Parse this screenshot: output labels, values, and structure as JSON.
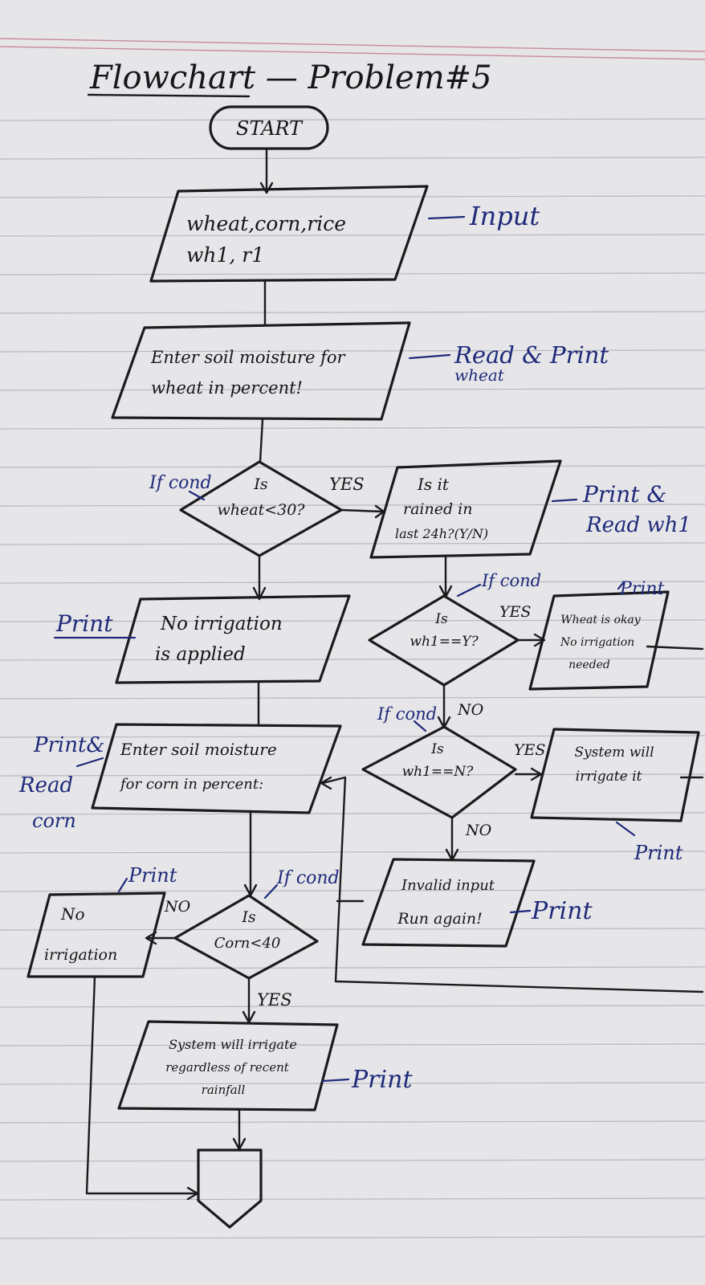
{
  "title": "Flowchart — Problem#5",
  "colors": {
    "paper": "#e6e6e9",
    "ink": "#1b1b1d",
    "pen_blue": "#1f2a7a",
    "rules": "#b7b7bf",
    "margin_red": "#c98a9c"
  },
  "nodes": {
    "start": "START",
    "input": [
      "wheat,corn,rice",
      "wh1, r1"
    ],
    "read_wheat": [
      "Enter soil moisture for",
      "wheat in percent!"
    ],
    "dec_wheat": [
      "Is",
      "wheat<30?"
    ],
    "ask_rain": [
      "Is it",
      "rained in",
      "last 24h?(Y/N)"
    ],
    "no_irrigation_applied": [
      "No irrigation",
      "is applied"
    ],
    "dec_wh1_y": [
      "Is",
      "wh1==Y?"
    ],
    "wheat_okay": [
      "Wheat is okay",
      "No irrigation",
      "needed"
    ],
    "read_corn": [
      "Enter soil moisture",
      "for corn in percent:"
    ],
    "dec_wh1_n": [
      "Is",
      "wh1==N?"
    ],
    "system_irrigate": [
      "System will",
      "irrigate it"
    ],
    "invalid_input": [
      "Invalid input",
      "Run again!"
    ],
    "no_irrigation": [
      "No",
      "irrigation"
    ],
    "dec_corn": [
      "Is",
      "Corn<40"
    ],
    "irrigate_regardless": [
      "System will irrigate",
      "regardless of recent",
      "rainfall"
    ]
  },
  "edge_labels": {
    "yes_wheat": "YES",
    "yes_wh1_y": "YES",
    "no_wh1_y": "NO",
    "yes_wh1_n": "YES",
    "no_wh1_n": "NO",
    "no_corn": "NO",
    "yes_corn": "YES"
  },
  "annotations": {
    "input": "Input",
    "read_print_wheat": [
      "Read & Print",
      "wheat"
    ],
    "if_cond_1": "If cond",
    "print_read_wh1": [
      "Print &",
      "Read wh1"
    ],
    "if_cond_2": "If cond",
    "print_1": "Print",
    "print_2": "Print",
    "if_cond_3": "If cond",
    "print_read_corn": [
      "Print&",
      "Read",
      "corn"
    ],
    "print_3": "Print",
    "print_4": "Print",
    "if_cond_4": "If cond",
    "print_5": "Print",
    "print_6": "Print"
  }
}
